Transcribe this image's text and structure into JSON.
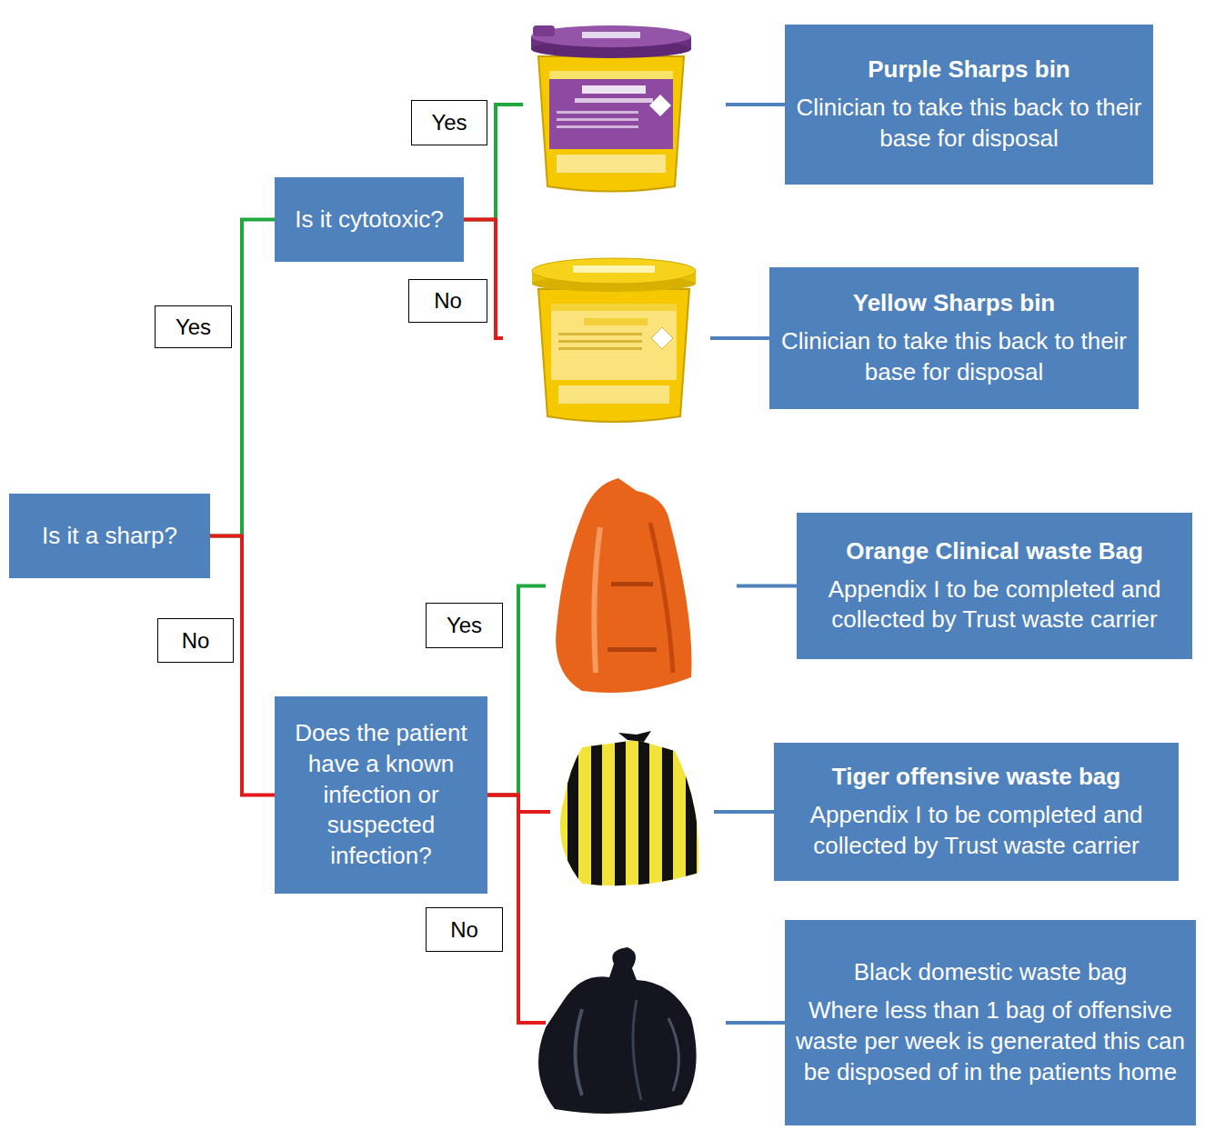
{
  "diagram": {
    "nodes": [
      {
        "text": [
          "Is it a sharp?"
        ]
      },
      {
        "text": [
          "Is it cytotoxic?"
        ]
      },
      {
        "text": [
          "Does the patient have a known infection or suspected infection?"
        ]
      },
      {
        "text": [
          "Purple Sharps bin",
          "Clinician to take this back to their base for disposal"
        ]
      },
      {
        "text": [
          "Yellow Sharps bin",
          "Clinician to take this back to their base for disposal"
        ]
      },
      {
        "text": [
          "Orange Clinical waste Bag",
          "Appendix I to be completed and collected by Trust waste carrier"
        ]
      },
      {
        "text": [
          "Tiger offensive waste bag",
          "Appendix I to be completed and collected by Trust waste carrier"
        ]
      },
      {
        "text": [
          "Black domestic waste bag",
          "Where less than 1 bag of offensive waste per week is generated this can be disposed of in the patients home"
        ]
      }
    ],
    "edges": [
      {
        "from": 0,
        "to": 1,
        "arrow": "none",
        "label": "Yes"
      },
      {
        "from": 0,
        "to": 2,
        "arrow": "none",
        "label": "No"
      },
      {
        "from": 1,
        "to": 3,
        "arrow": "none",
        "label": "Yes"
      },
      {
        "from": 1,
        "to": 4,
        "arrow": "none",
        "label": "No"
      },
      {
        "from": 2,
        "to": 5,
        "arrow": "none",
        "label": "Yes"
      },
      {
        "from": 2,
        "to": 6,
        "arrow": "none"
      },
      {
        "from": 2,
        "to": 7,
        "arrow": "none",
        "label": "No"
      }
    ]
  }
}
